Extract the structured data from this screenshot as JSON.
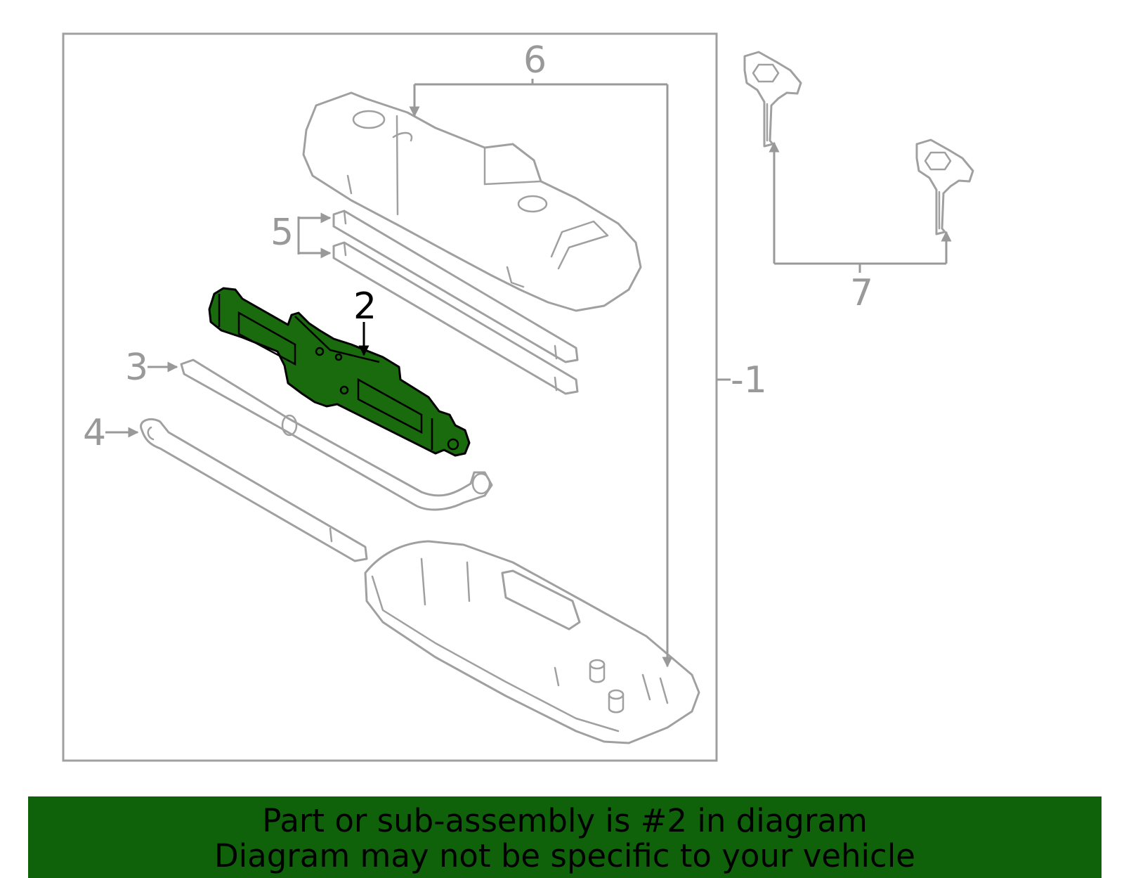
{
  "diagram": {
    "callouts": {
      "c1": "-1",
      "c2": "2",
      "c3": "3",
      "c4": "4",
      "c5": "5",
      "c6": "6",
      "c7": "7"
    },
    "highlighted_part": "2",
    "colors": {
      "line": "#a0a0a0",
      "highlight_fill": "#1a6a0e",
      "banner": "#0f620a"
    }
  },
  "banner": {
    "line1": "Part or sub-assembly is #2 in diagram",
    "line2": "Diagram may not be specific to your vehicle"
  }
}
